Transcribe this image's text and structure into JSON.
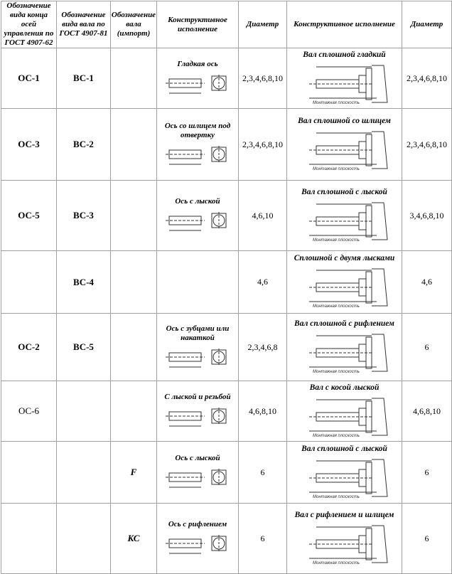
{
  "headers": [
    "Обозначение вида конца осей управления по ГОСТ 4907-62",
    "Обозначение вида вала по ГОСТ 4907-81",
    "Обозначение вала (импорт)",
    "Конструктивное исполнение",
    "Диаметр",
    "Конструктивное исполнение",
    "Диаметр"
  ],
  "rows": [
    {
      "c1": "ОС-1",
      "c2": "ВС-1",
      "c3": "",
      "axis": "Гладкая ось",
      "d1": "2,3,4,6,8,10",
      "shaft": "Вал сплошной гладкий",
      "d2": "2,3,4,6,8,10"
    },
    {
      "c1": "ОС-3",
      "c2": "ВС-2",
      "c3": "",
      "axis": "Ось со шлицем под отвертку",
      "d1": "2,3,4,6,8,10",
      "shaft": "Вал сплошной со шлицем",
      "d2": "2,3,4,6,8,10"
    },
    {
      "c1": "ОС-5",
      "c2": "ВС-3",
      "c3": "",
      "axis": "Ось с лыской",
      "d1": "4,6,10",
      "shaft": "Вал сплошной с лыской",
      "d2": "3,4,6,8,10"
    },
    {
      "c1": "",
      "c2": "ВС-4",
      "c3": "",
      "axis": "",
      "d1": "4,6",
      "shaft": "Сплошной с двумя лысками",
      "d2": "4,6"
    },
    {
      "c1": "ОС-2",
      "c2": "ВС-5",
      "c3": "",
      "axis": "Ось с зубцами или накаткой",
      "d1": "2,3,4,6,8",
      "shaft": "Вал сплошной с рифлением",
      "d2": "6"
    },
    {
      "c1": "ОС-6",
      "c2": "",
      "c3": "",
      "axis": "С лыской и резьбой",
      "d1": "4,6,8,10",
      "shaft": "Вал с косой лыской",
      "d2": "4,6,8,10"
    },
    {
      "c1": "",
      "c2": "",
      "c3": "F",
      "axis": "Ось с лыской",
      "d1": "6",
      "shaft": "Вал сплошной с лыской",
      "d2": "6"
    },
    {
      "c1": "",
      "c2": "",
      "c3": "КС",
      "axis": "Ось с рифлением",
      "d1": "6",
      "shaft": "Вал с рифлением и шлицем",
      "d2": "6"
    }
  ],
  "drawing_labels": {
    "mount_plane": "Монтажная плоскость"
  }
}
